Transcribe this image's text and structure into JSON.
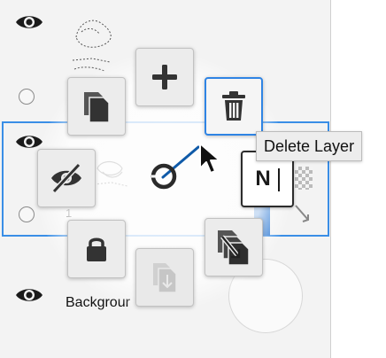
{
  "layers": {
    "row1_visible": true,
    "row2_name": "1",
    "background_name": "Backgrour"
  },
  "pie_menu": {
    "tooltip": "Delete Layer",
    "buttons": [
      {
        "id": "new-layer",
        "icon": "plus-icon"
      },
      {
        "id": "delete-layer",
        "icon": "trash-icon",
        "active": true
      },
      {
        "id": "duplicate-layer",
        "icon": "duplicate-icon"
      },
      {
        "id": "toggle-visibility",
        "icon": "eye-slash-icon"
      },
      {
        "id": "lock-layer",
        "icon": "lock-icon"
      },
      {
        "id": "merge-down",
        "icon": "merge-down-icon",
        "disabled": true
      },
      {
        "id": "copy-merged",
        "icon": "copy-merged-icon"
      },
      {
        "id": "layer-properties",
        "icon": "n-text-icon"
      }
    ]
  },
  "colors": {
    "accent": "#2f84e4",
    "selection": "#3a8ee6",
    "panel_bg": "#f3f3f3"
  },
  "n_badge": {
    "letter": "N"
  }
}
